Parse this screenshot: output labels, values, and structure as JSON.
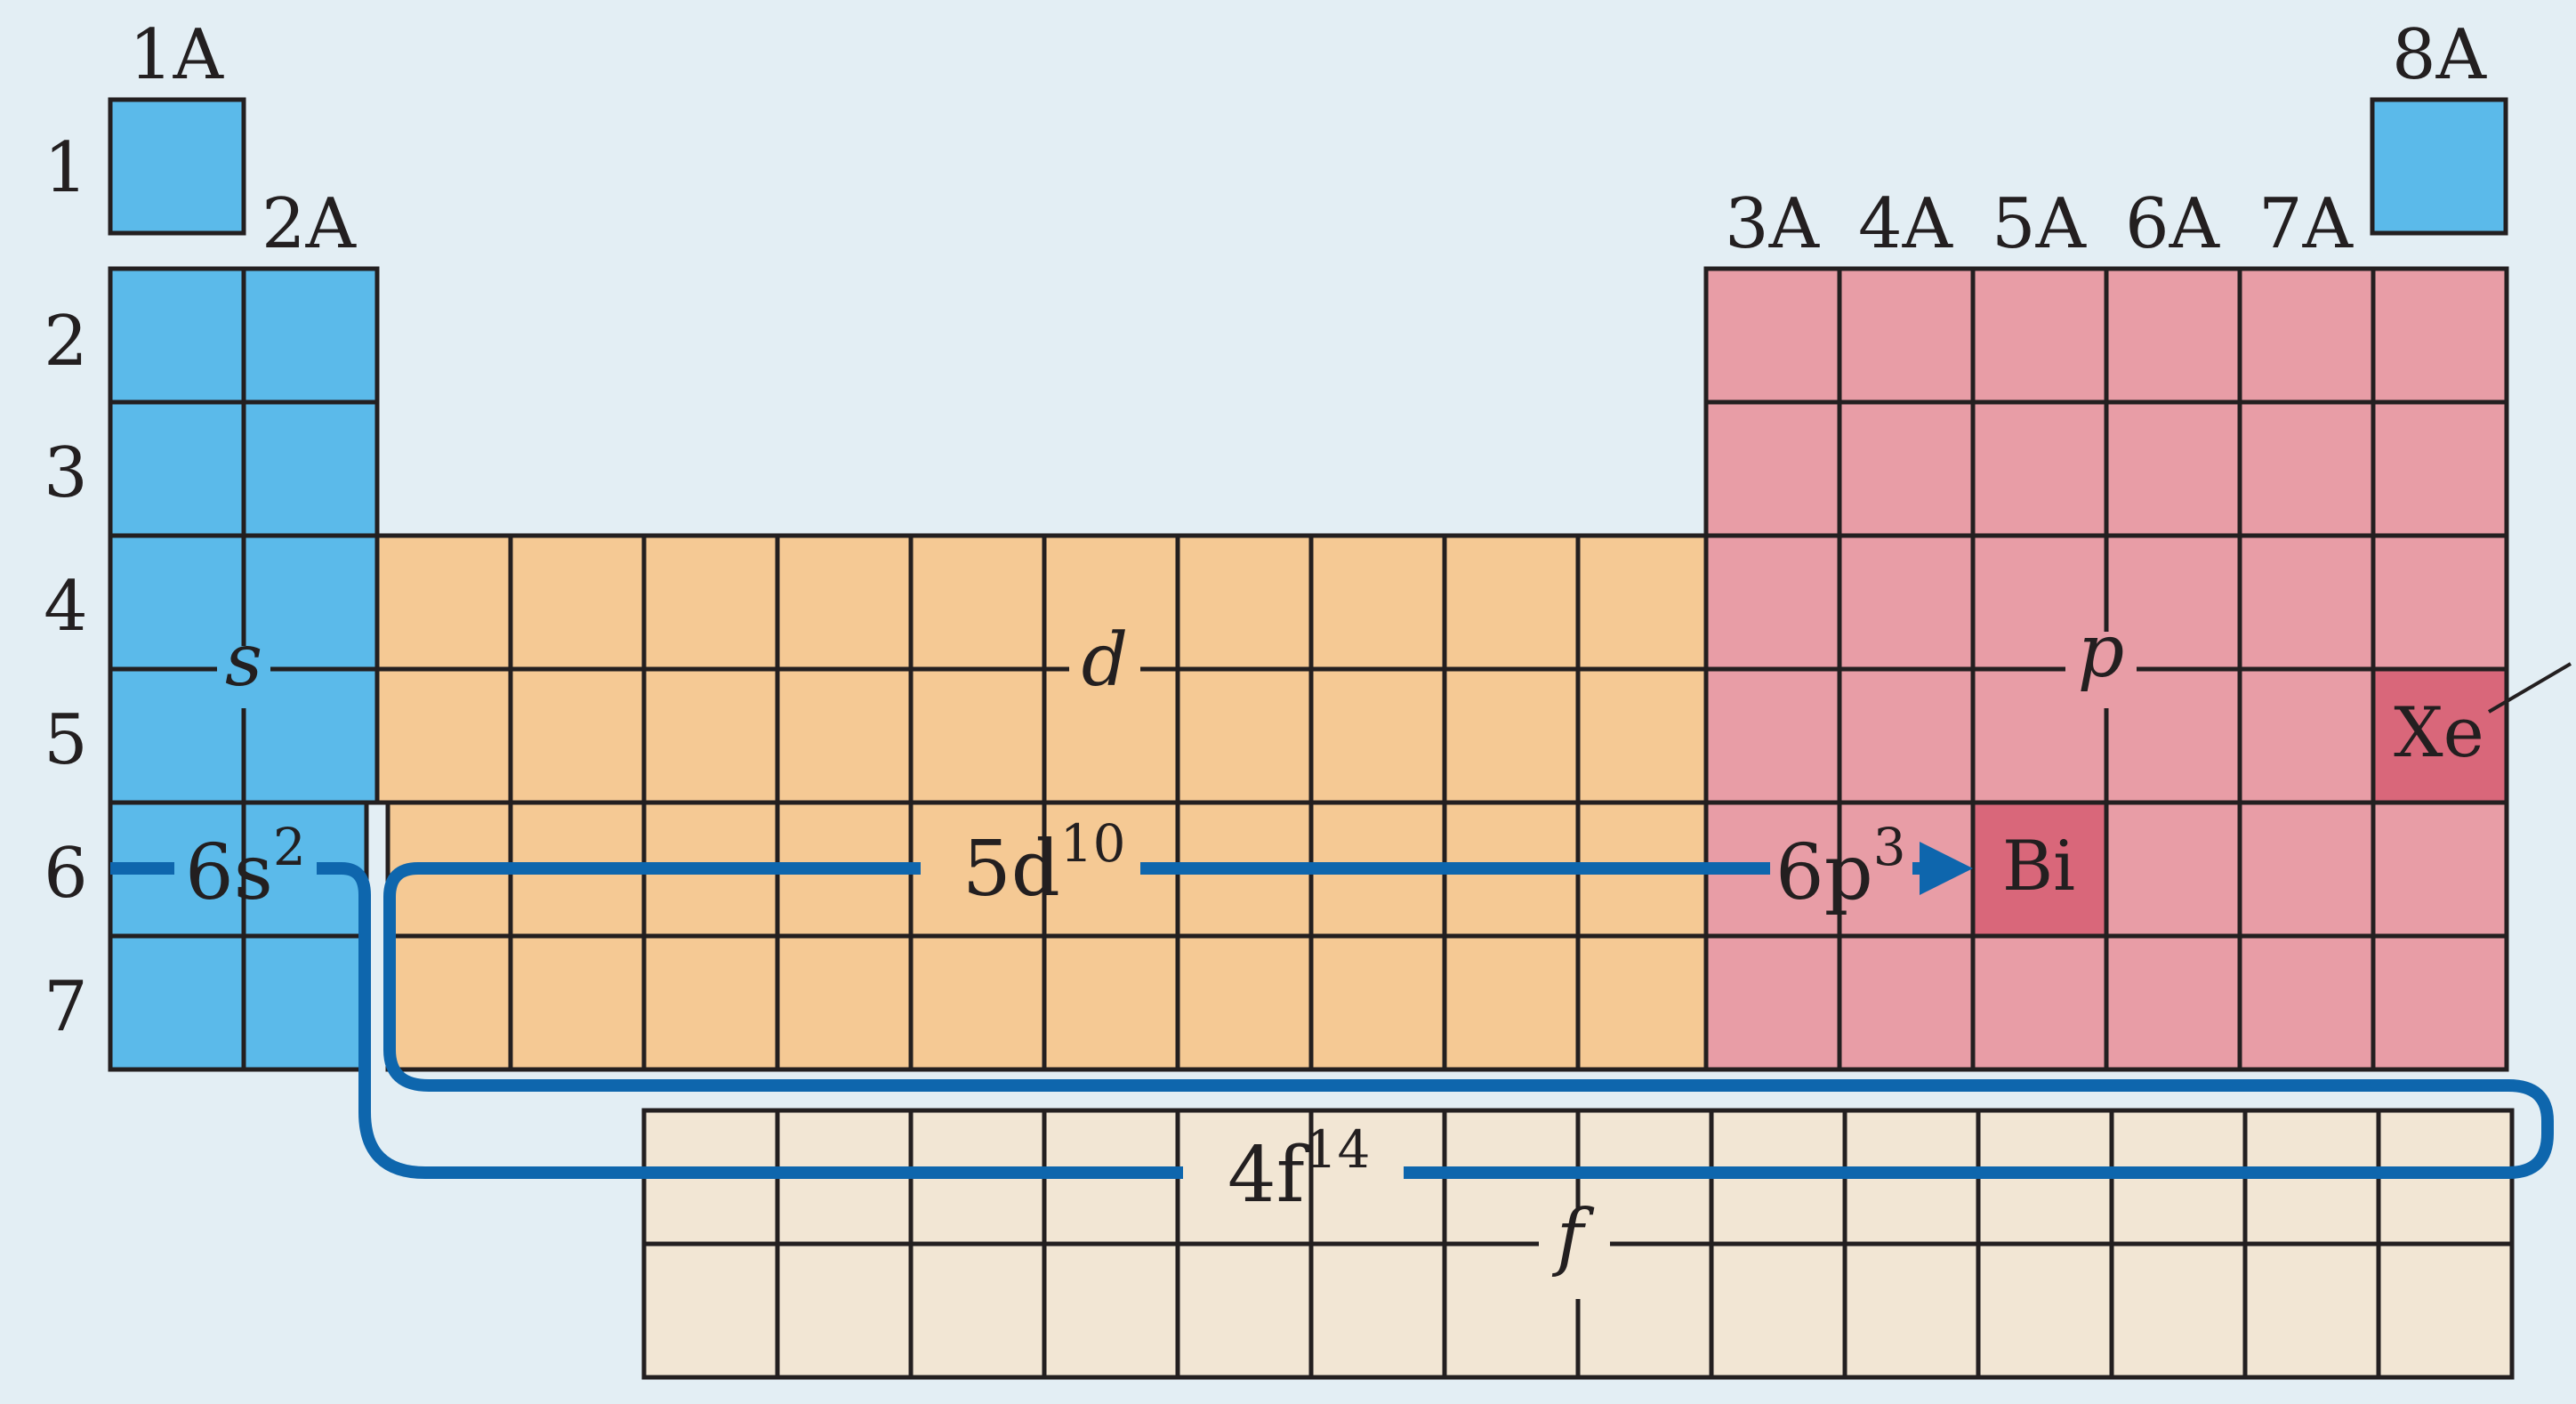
{
  "groups": [
    "1A",
    "2A",
    "3A",
    "4A",
    "5A",
    "6A",
    "7A",
    "8A"
  ],
  "periods": [
    "1",
    "2",
    "3",
    "4",
    "5",
    "6",
    "7"
  ],
  "blocks": {
    "s": "s",
    "d": "d",
    "p": "p",
    "f": "f"
  },
  "elements": {
    "xe": "Xe",
    "bi": "Bi"
  },
  "config": [
    {
      "base": "6s",
      "exp": "2"
    },
    {
      "base": "5d",
      "exp": "10"
    },
    {
      "base": "6p",
      "exp": "3"
    },
    {
      "base": "4f",
      "exp": "14"
    }
  ],
  "colors": {
    "background": "#e3eef4",
    "s_block": "#5bbaea",
    "d_block": "#f5c994",
    "p_block": "#e89da6",
    "f_block": "#f2e6d4",
    "highlight": "#d9677a",
    "path": "#0e66ad"
  }
}
